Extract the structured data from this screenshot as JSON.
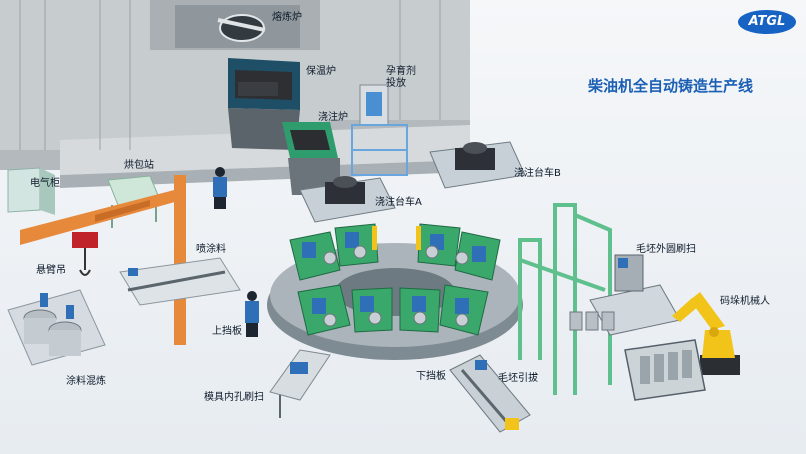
{
  "brand": {
    "logo_text": "ATGL",
    "color": "#1763c4"
  },
  "title": "柴油机全自动铸造生产线",
  "labels": {
    "melting_furnace": "熔炼炉",
    "holding_furnace": "保温炉",
    "inoculant_feeder_line1": "孕育剂",
    "inoculant_feeder_line2": "投放",
    "pouring_furnace": "浇注炉",
    "electric_cabinet": "电气柜",
    "baking_station": "烘包站",
    "pouring_cart_a": "浇注台车A",
    "pouring_cart_b": "浇注台车B",
    "cantilever_crane": "悬臂吊",
    "coating_spray": "喷涂料",
    "upper_baffle": "上挡板",
    "coating_mixing": "涂料混炼",
    "mold_bore_brush": "模具内孔刷扫",
    "lower_baffle": "下挡板",
    "blank_extractor": "毛坯引拔",
    "blank_outer_brush": "毛坯外圆刷扫",
    "palletizing_robot": "码垛机械人"
  },
  "colors": {
    "building": "#c4c9cc",
    "machine_green": "#3aa86b",
    "machine_blue": "#2f6fb8",
    "crane_orange": "#e7893b",
    "robot_yellow": "#f2c318",
    "platform": "#7e8b93"
  }
}
